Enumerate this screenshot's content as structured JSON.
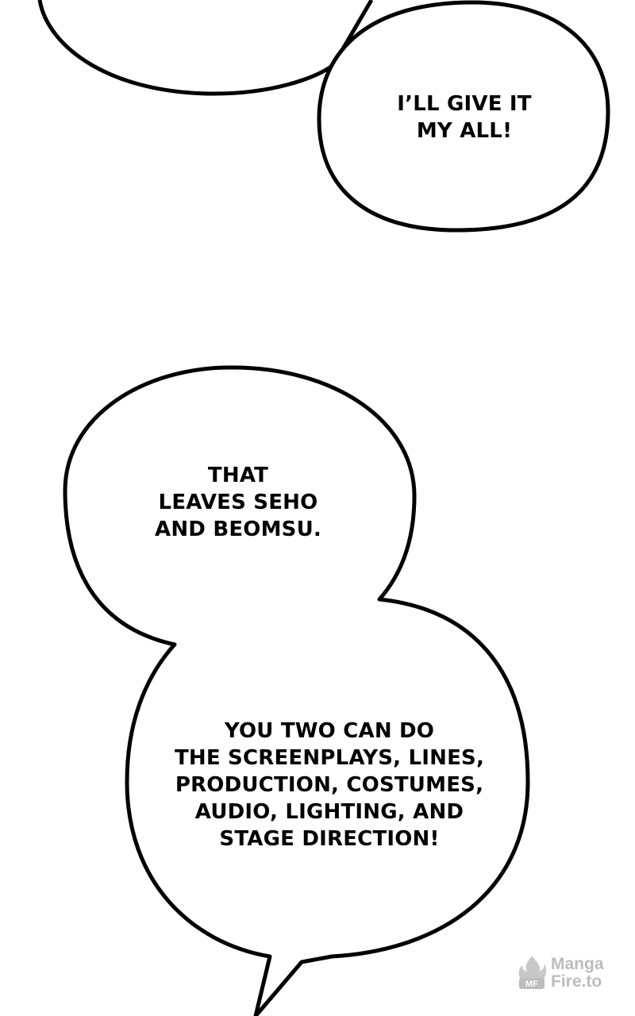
{
  "bubbles": {
    "top_right": {
      "lines": [
        "I’LL GIVE IT",
        "MY ALL!"
      ]
    },
    "middle_upper": {
      "lines": [
        "THAT",
        "LEAVES SEHO",
        "AND BEOMSU."
      ]
    },
    "middle_lower": {
      "lines": [
        "YOU TWO CAN DO",
        "THE SCREENPLAYS, LINES,",
        "PRODUCTION, COSTUMES,",
        "AUDIO, LIGHTING, AND",
        "STAGE DIRECTION!"
      ]
    }
  },
  "watermark": {
    "line1": "Manga",
    "line2": "Fire.to",
    "color": "#bcbcbc"
  },
  "colors": {
    "background": "#ffffff",
    "ink": "#000000"
  }
}
